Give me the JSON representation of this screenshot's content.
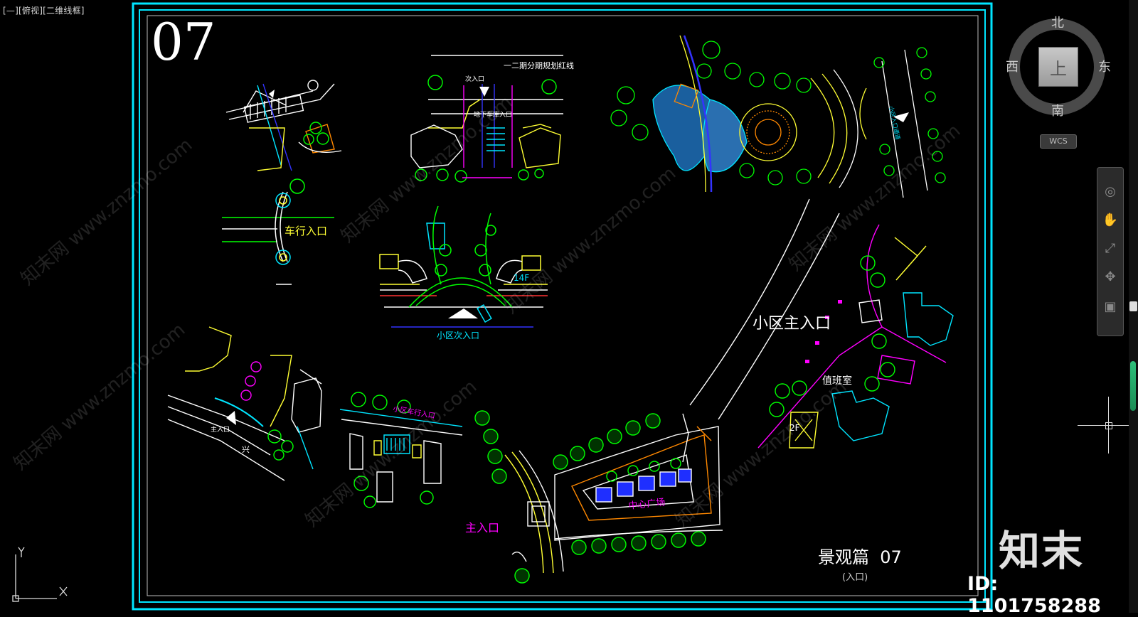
{
  "viewport": {
    "label": "[—][俯视][二维线框]"
  },
  "drawing": {
    "sheet_number": "07",
    "title": "景观篇  07",
    "subtitle": "(入口)",
    "labels": {
      "vehicle_entrance": "车行入口",
      "phase_red_line": "一二期分期规划红线",
      "secondary_entrance": "次入口",
      "underground_garage_entrance": "地下车库入口",
      "floors_14f": "14F",
      "community_secondary_entrance": "小区次入口",
      "community_main_entrance": "小区主入口",
      "guard_room": "值班室",
      "floors_2f": "2F",
      "main_entrance_small": "主入口",
      "community_vehicle_entrance": "小区车行入口",
      "central_plaza": "中心广场",
      "main_entrance": "主入口",
      "community_entrance_side": "小区入口通道",
      "road_mark": "兴"
    },
    "colors": {
      "frame": "#00e5ff",
      "white_line": "#ffffff",
      "yellow": "#ffff33",
      "green": "#00ff00",
      "magenta": "#ff00ff",
      "cyan": "#00ffff",
      "blue": "#3333ff",
      "red": "#ff3333",
      "orange": "#ff8800"
    }
  },
  "view_cube": {
    "north": "北",
    "south": "南",
    "west": "西",
    "east": "东",
    "face": "上",
    "coord_system": "WCS"
  },
  "nav_bar": {
    "tools": [
      "steering-wheel-icon",
      "pan-icon",
      "zoom-icon",
      "orbit-icon",
      "showmotion-icon"
    ]
  },
  "watermarks": [
    "知末网 www.znzmo.com"
  ],
  "brand": {
    "logo": "知末",
    "id": "ID: 1101758288"
  }
}
